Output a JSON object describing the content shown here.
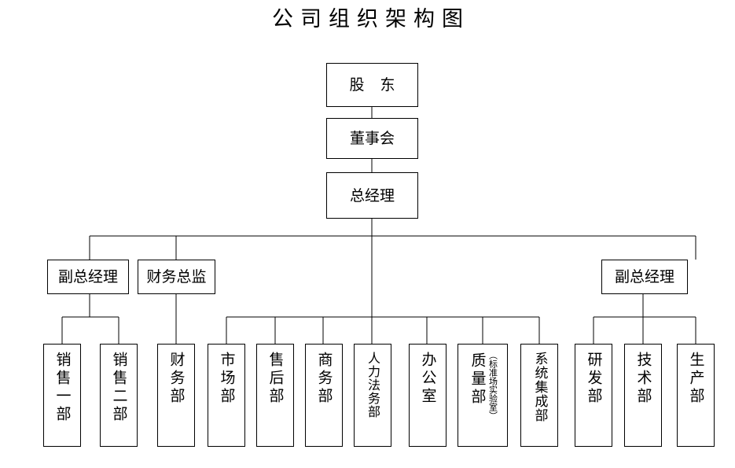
{
  "title": "公司组织架构图",
  "theme": {
    "background": "#ffffff",
    "line_color": "#000000",
    "text_color": "#000000"
  },
  "chart_data": {
    "type": "diagram",
    "diagram_kind": "organizational-chart",
    "title": "公司组织架构图",
    "orientation": "top-down",
    "levels": [
      {
        "level": 1,
        "nodes": [
          "股 东"
        ]
      },
      {
        "level": 2,
        "nodes": [
          "董事会"
        ]
      },
      {
        "level": 3,
        "nodes": [
          "总经理"
        ]
      },
      {
        "level": 4,
        "nodes": [
          "副总经理",
          "财务总监",
          "副总经理"
        ]
      },
      {
        "level": 5,
        "nodes": [
          "销售一部",
          "销售二部",
          "财务部",
          "市场部",
          "售后部",
          "商务部",
          "人力法务部",
          "办公室",
          "质量部（标准场实验室）",
          "系统集成部",
          "研发部",
          "技术部",
          "生产部"
        ]
      }
    ],
    "edges": [
      {
        "from": "股 东",
        "to": "董事会"
      },
      {
        "from": "董事会",
        "to": "总经理"
      },
      {
        "from": "总经理",
        "to": "副总经理 (左)"
      },
      {
        "from": "总经理",
        "to": "财务总监"
      },
      {
        "from": "总经理",
        "to": "副总经理 (右)"
      },
      {
        "from": "副总经理 (左)",
        "to": "销售一部"
      },
      {
        "from": "副总经理 (左)",
        "to": "销售二部"
      },
      {
        "from": "财务总监",
        "to": "财务部"
      },
      {
        "from": "总经理",
        "to": "市场部"
      },
      {
        "from": "总经理",
        "to": "售后部"
      },
      {
        "from": "总经理",
        "to": "商务部"
      },
      {
        "from": "总经理",
        "to": "人力法务部"
      },
      {
        "from": "总经理",
        "to": "办公室"
      },
      {
        "from": "总经理",
        "to": "质量部（标准场实验室）"
      },
      {
        "from": "总经理",
        "to": "系统集成部"
      },
      {
        "from": "副总经理 (右)",
        "to": "研发部"
      },
      {
        "from": "副总经理 (右)",
        "to": "技术部"
      },
      {
        "from": "副总经理 (右)",
        "to": "生产部"
      }
    ]
  },
  "nodes": {
    "shareholders": {
      "label": "股 东"
    },
    "board": {
      "label": "董事会"
    },
    "general_manager": {
      "label": "总经理"
    },
    "deputy_gm_left": {
      "label": "副总经理"
    },
    "cfo": {
      "label": "财务总监"
    },
    "deputy_gm_right": {
      "label": "副总经理"
    },
    "sales_1": {
      "label": "销售一部"
    },
    "sales_2": {
      "label": "销售二部"
    },
    "finance": {
      "label": "财务部"
    },
    "marketing": {
      "label": "市场部"
    },
    "after_sales": {
      "label": "售后部"
    },
    "business": {
      "label": "商务部"
    },
    "hr_legal": {
      "label": "人力法务部"
    },
    "office": {
      "label": "办公室"
    },
    "quality": {
      "label": "质量部",
      "note": "（标准场实验室）"
    },
    "system_integration": {
      "label": "系统集成部"
    },
    "rnd": {
      "label": "研发部"
    },
    "technology": {
      "label": "技术部"
    },
    "production": {
      "label": "生产部"
    }
  }
}
